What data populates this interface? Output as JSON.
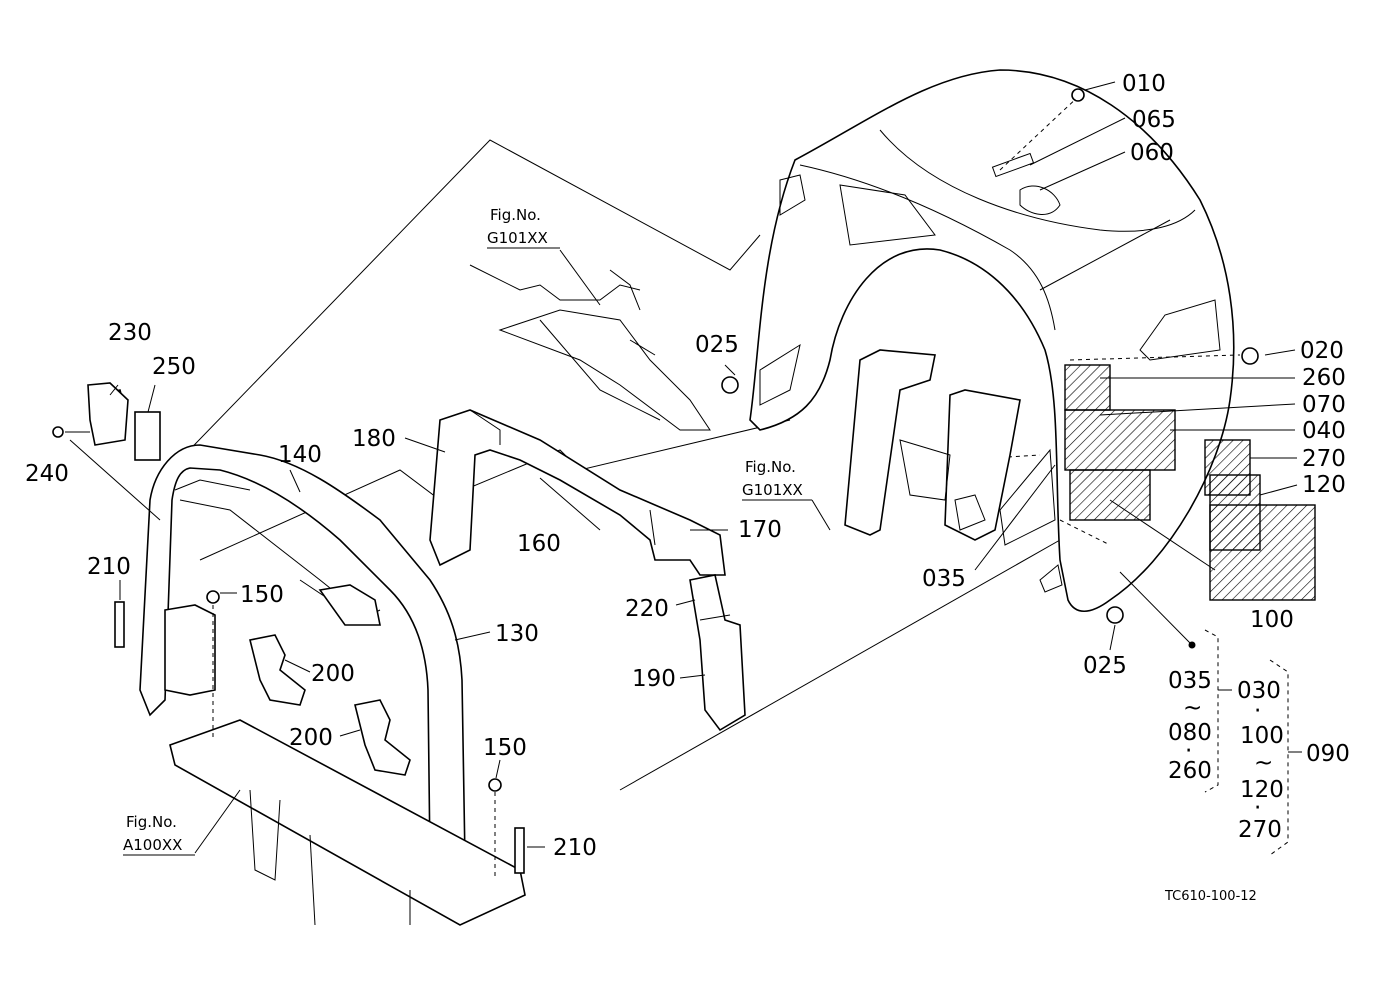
{
  "figure_code": "TC610-100-12",
  "fig_refs": [
    {
      "id": "g101-top",
      "label": "Fig.No.",
      "code": "G101XX"
    },
    {
      "id": "g101-mid",
      "label": "Fig.No.",
      "code": "G101XX"
    },
    {
      "id": "a100",
      "label": "Fig.No.",
      "code": "A100XX"
    }
  ],
  "callouts": [
    {
      "id": "010",
      "text": "010"
    },
    {
      "id": "065",
      "text": "065"
    },
    {
      "id": "060",
      "text": "060"
    },
    {
      "id": "025a",
      "text": "025"
    },
    {
      "id": "020",
      "text": "020"
    },
    {
      "id": "260",
      "text": "260"
    },
    {
      "id": "070",
      "text": "070"
    },
    {
      "id": "040",
      "text": "040"
    },
    {
      "id": "270",
      "text": "270"
    },
    {
      "id": "120",
      "text": "120"
    },
    {
      "id": "100",
      "text": "100"
    },
    {
      "id": "035",
      "text": "035"
    },
    {
      "id": "025b",
      "text": "025"
    },
    {
      "id": "230",
      "text": "230"
    },
    {
      "id": "250",
      "text": "250"
    },
    {
      "id": "240",
      "text": "240"
    },
    {
      "id": "140",
      "text": "140"
    },
    {
      "id": "180",
      "text": "180"
    },
    {
      "id": "160",
      "text": "160"
    },
    {
      "id": "170",
      "text": "170"
    },
    {
      "id": "210a",
      "text": "210"
    },
    {
      "id": "150a",
      "text": "150"
    },
    {
      "id": "220",
      "text": "220"
    },
    {
      "id": "200a",
      "text": "200"
    },
    {
      "id": "130",
      "text": "130"
    },
    {
      "id": "190",
      "text": "190"
    },
    {
      "id": "200b",
      "text": "200"
    },
    {
      "id": "150b",
      "text": "150"
    },
    {
      "id": "210b",
      "text": "210"
    }
  ],
  "set_legend": {
    "group1": [
      "035",
      "~",
      "080",
      "·",
      "260"
    ],
    "group2": [
      "030",
      "·",
      "100",
      "~",
      "120",
      "·",
      "270"
    ],
    "result": "090"
  }
}
